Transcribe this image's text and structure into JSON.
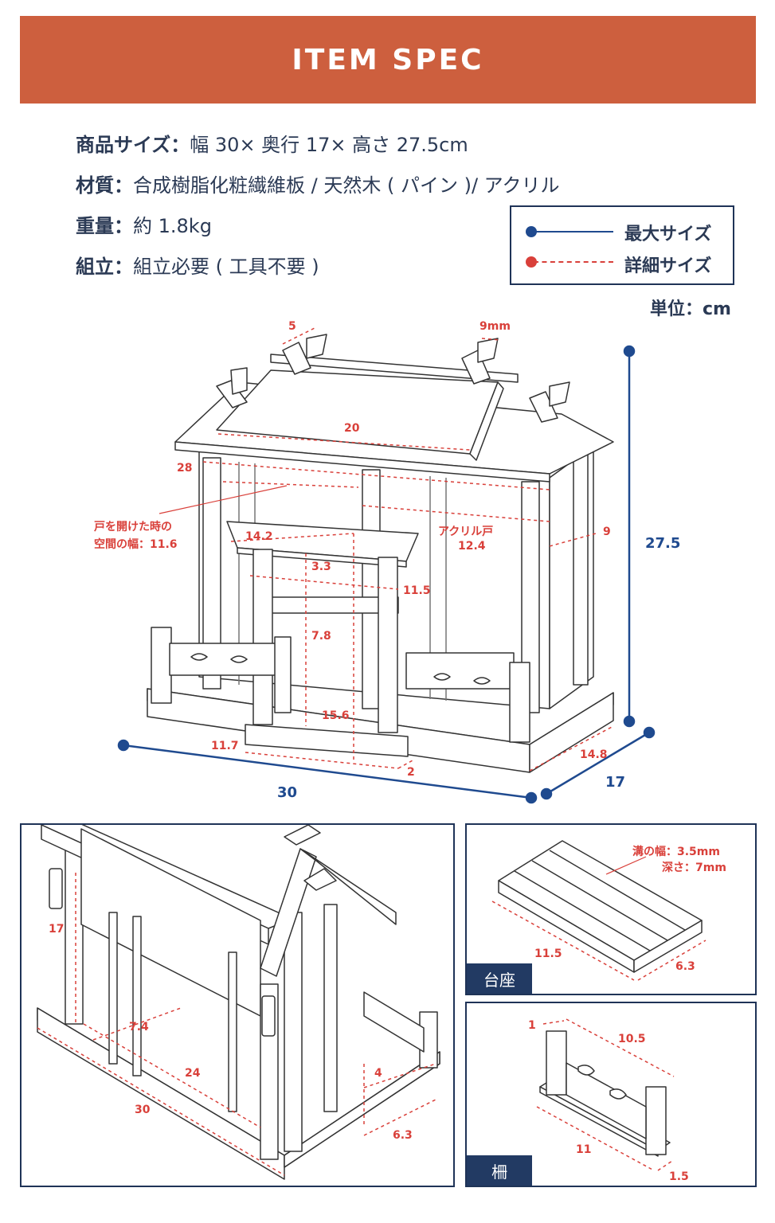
{
  "banner": {
    "title": "ITEM SPEC"
  },
  "specs": [
    {
      "label": "商品サイズ：",
      "value": "幅 30× 奥行 17× 高さ 27.5cm"
    },
    {
      "label": "材質：",
      "value": "合成樹脂化粧繊維板 / 天然木 ( パイン )/ アクリル"
    },
    {
      "label": "重量：",
      "value": "約 1.8kg"
    },
    {
      "label": "組立：",
      "value": "組立必要 ( 工具不要 )"
    }
  ],
  "legend": {
    "max_label": "最大サイズ",
    "detail_label": "詳細サイズ",
    "max_color": "#1f4a8f",
    "detail_color": "#d9403a"
  },
  "unit": "単位：cm",
  "main_diagram": {
    "dims": {
      "d5": "5",
      "d9mm": "9mm",
      "d20": "20",
      "d28": "28",
      "d27_5": "27.5",
      "door_note1": "戸を開けた時の",
      "door_note2": "空間の幅：11.6",
      "d14_2": "14.2",
      "acrylic1": "アクリル戸",
      "acrylic2": "12.4",
      "d9": "9",
      "d3_3": "3.3",
      "d11_5": "11.5",
      "d7_8": "7.8",
      "d15_6": "15.6",
      "d11_7": "11.7",
      "d2": "2",
      "d14_8": "14.8",
      "d30": "30",
      "d17": "17"
    }
  },
  "detail_panel": {
    "dims": {
      "d17": "17",
      "d7_4": "7.4",
      "d24": "24",
      "d30": "30",
      "d4": "4",
      "d6_3": "6.3"
    }
  },
  "base_panel": {
    "tag": "台座",
    "groove1": "溝の幅：3.5mm",
    "groove2": "深さ：7mm",
    "d11_5": "11.5",
    "d6_3": "6.3"
  },
  "fence_panel": {
    "tag": "柵",
    "d1": "1",
    "d10_5": "10.5",
    "d11": "11",
    "d1_5": "1.5"
  }
}
